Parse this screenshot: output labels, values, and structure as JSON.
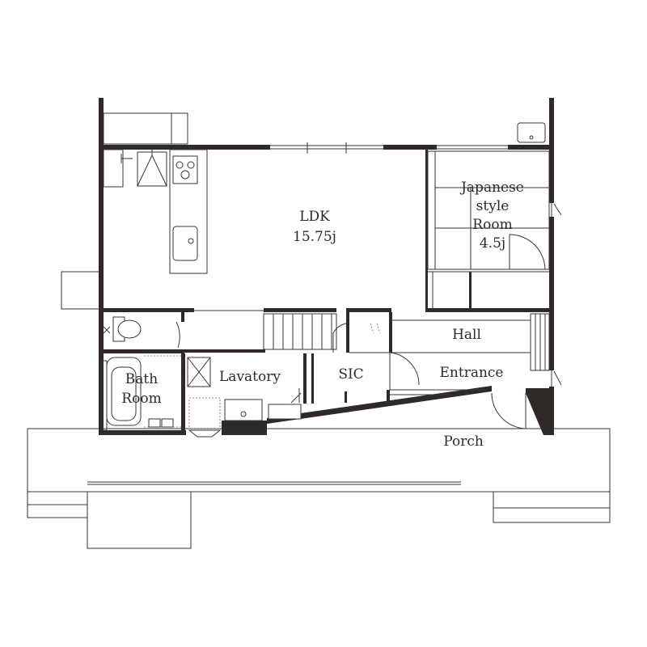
{
  "floor_plan": {
    "rooms": {
      "ldk": {
        "name": "LDK",
        "area": "15.75j"
      },
      "japanese_room": {
        "line1": "Japanese",
        "line2": "style",
        "line3": "Room",
        "area": "4.5j"
      },
      "hall": {
        "name": "Hall"
      },
      "entrance": {
        "name": "Entrance"
      },
      "sic": {
        "name": "SIC"
      },
      "lavatory": {
        "name": "Lavatory"
      },
      "bath_room": {
        "line1": "Bath",
        "line2": "Room"
      },
      "porch": {
        "name": "Porch"
      }
    },
    "colors": {
      "wall": "#2f2a28",
      "line": "#3a3533",
      "background": "#ffffff"
    }
  }
}
